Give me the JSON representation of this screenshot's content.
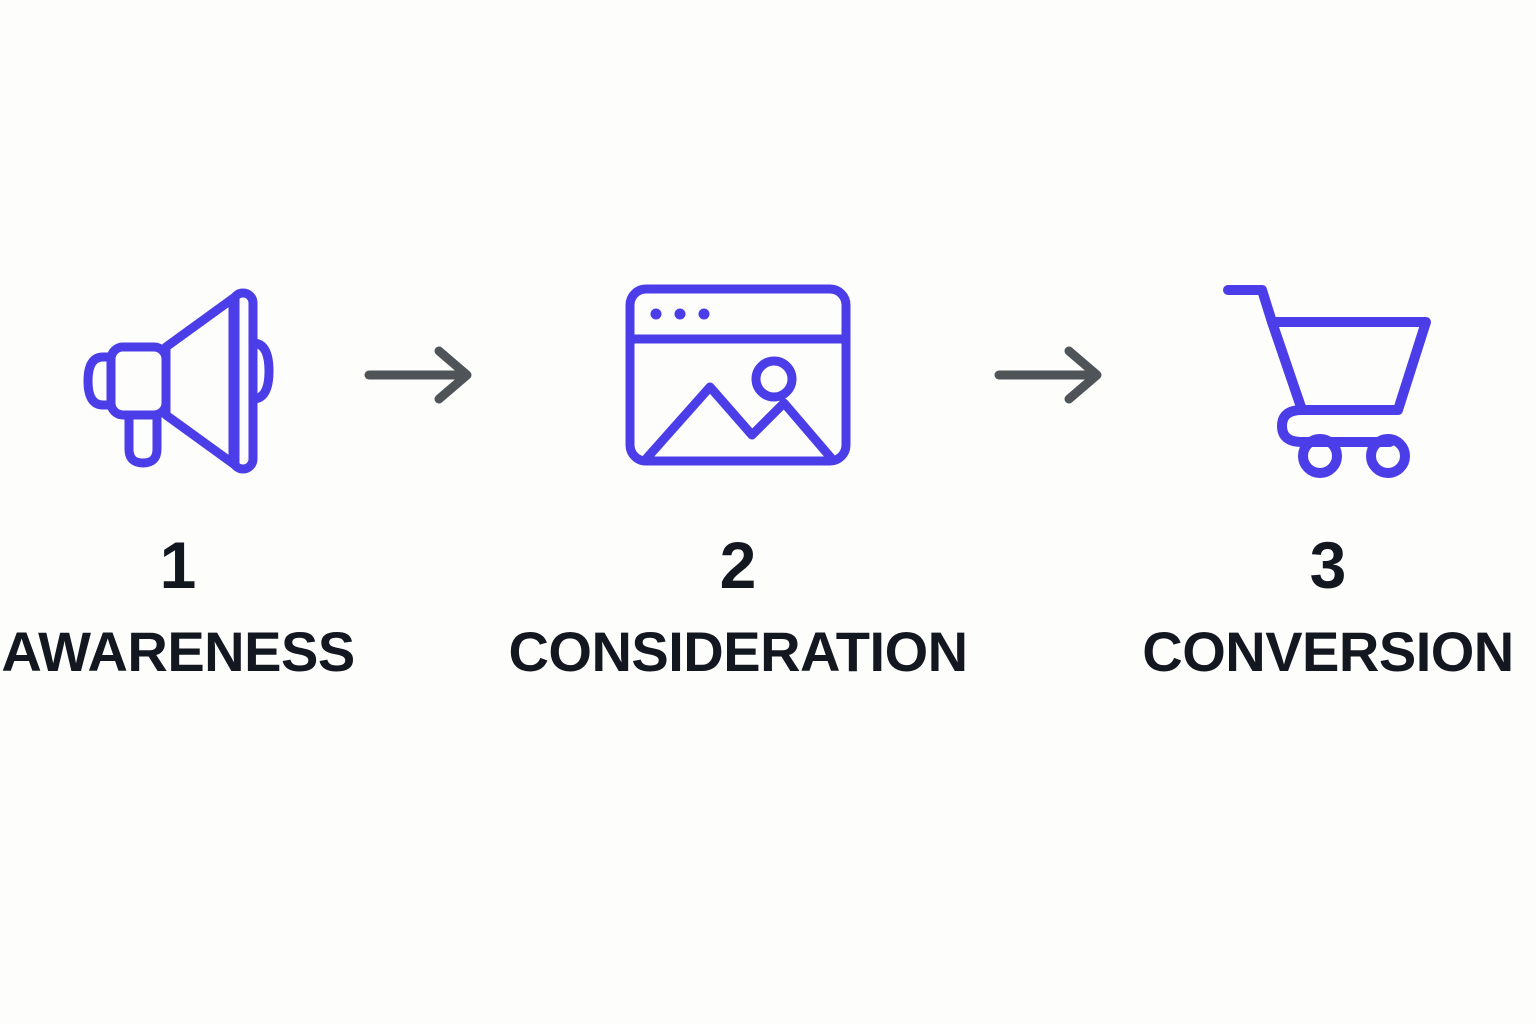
{
  "palette": {
    "background": "#fdfdfc",
    "accent_purple": "#4B3DE8",
    "arrow_gray": "#4E5457",
    "text_dark": "#131820"
  },
  "diagram": {
    "type": "linear-process-flow",
    "orientation": "horizontal",
    "step_count": 3
  },
  "stages": [
    {
      "number": "1",
      "label": "AWARENESS",
      "icon": "megaphone-icon"
    },
    {
      "number": "2",
      "label": "CONSIDERATION",
      "icon": "browser-image-icon"
    },
    {
      "number": "3",
      "label": "CONVERSION",
      "icon": "shopping-cart-icon"
    }
  ],
  "connectors": [
    {
      "icon": "arrow-right-icon",
      "from": "AWARENESS",
      "to": "CONSIDERATION"
    },
    {
      "icon": "arrow-right-icon",
      "from": "CONSIDERATION",
      "to": "CONVERSION"
    }
  ]
}
